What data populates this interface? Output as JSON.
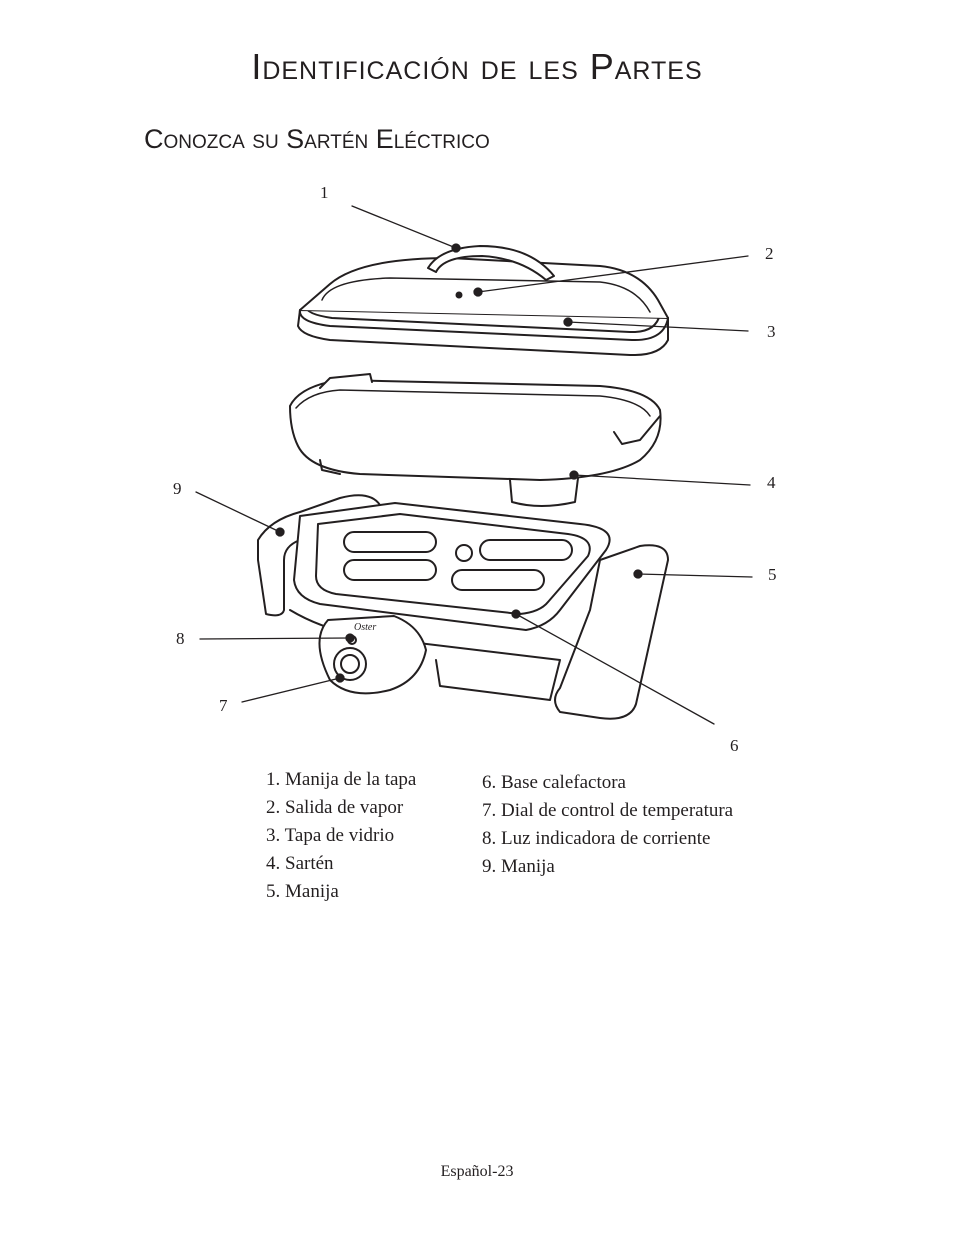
{
  "page": {
    "title": "Identificación de les Partes",
    "subtitle": "Conozca su Sartén Eléctrico",
    "footer": "Español-23"
  },
  "diagram": {
    "brand_logo": "Oster",
    "callouts": [
      "1",
      "2",
      "3",
      "4",
      "5",
      "6",
      "7",
      "8",
      "9"
    ]
  },
  "parts": {
    "left": [
      "1. Manija de la tapa",
      "2. Salida de vapor",
      "3. Tapa de vidrio",
      "4. Sartén",
      "5. Manija"
    ],
    "right": [
      "6. Base calefactora",
      "7. Dial de control de temperatura",
      "8. Luz indicadora de corriente",
      "9. Manija"
    ]
  }
}
